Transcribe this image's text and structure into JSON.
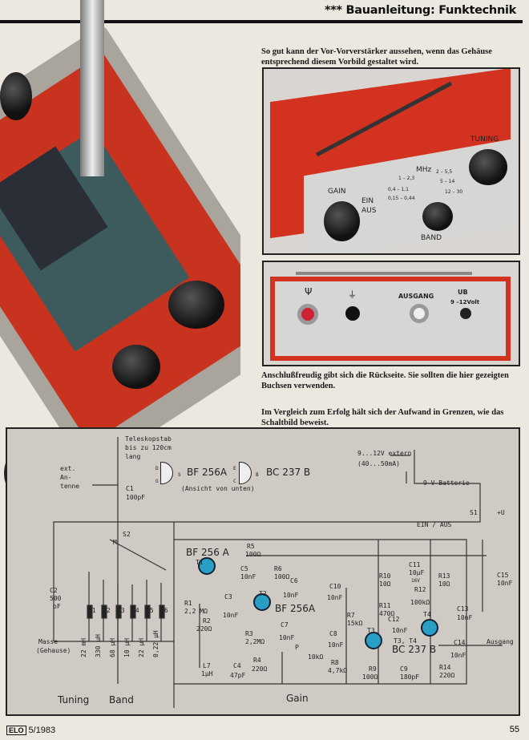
{
  "header": {
    "title": "*** Bauanleitung: Funktechnik"
  },
  "captions": {
    "front": "So gut kann der Vor-Vorverstärker aussehen, wenn das Gehäuse entsprechend diesem Vorbild gestaltet wird.",
    "back": "Anschlußfreudig gibt sich die Rückseite. Sie sollten die hier gezeigten Buchsen verwenden.",
    "schematic": "Im Vergleich zum Erfolg hält sich der Aufwand in Grenzen, wie das Schaltbild beweist."
  },
  "front_panel": {
    "gain": "GAIN",
    "ein": "EIN",
    "aus": "AUS",
    "mhz": "MHz",
    "tuning": "TUNING",
    "band": "BAND",
    "ranges": [
      "0,15 – 0,44",
      "0,4 – 1,1",
      "1 – 2,3",
      "2 – 5,5",
      "5 – 14",
      "12 – 30"
    ]
  },
  "back_panel": {
    "antenna_symbol": "Ψ",
    "ground_symbol": "⏚",
    "ausgang": "AUSGANG",
    "ub": "UB",
    "voltage": "9 –12Volt"
  },
  "schematic": {
    "antenna": [
      "Teleskopstab",
      "bis zu 120cm",
      "lang"
    ],
    "ext_antenna": [
      "ext.",
      "An-",
      "tenne"
    ],
    "bf_pinout": {
      "name": "BF 256A",
      "pins": [
        "D",
        "G",
        "S"
      ]
    },
    "bc_pinout": {
      "name": "BC 237 B",
      "pins": [
        "E",
        "C",
        "B"
      ]
    },
    "view_note": "(Ansicht von unten)",
    "c1": [
      "C1",
      "100pF"
    ],
    "supply": [
      "9...12V extern",
      "(40...50mA)"
    ],
    "battery": "9-V-Batterie",
    "s1": "S1",
    "plus_u": "+U",
    "ein_aus": "EIN / AUS",
    "s2": "S2",
    "m": "M",
    "c2": [
      "C2",
      "500",
      "pF"
    ],
    "coils": [
      "L1",
      "L2",
      "L3",
      "L4",
      "L5",
      "L6"
    ],
    "coil_values": [
      "22 mH",
      "330 µH",
      "68 µH",
      "10 µH",
      "22 µH",
      "0,22 µH"
    ],
    "masse": [
      "Masse",
      "(Gehause)"
    ],
    "t1": [
      "BF 256 A",
      "T1"
    ],
    "r1": [
      "R1",
      "2,2 MΩ"
    ],
    "r2": [
      "R2",
      "220Ω"
    ],
    "l7": [
      "L7",
      "1µH"
    ],
    "c3": [
      "C3",
      "10nF"
    ],
    "c4": [
      "C4",
      "47pF"
    ],
    "r3": [
      "R3",
      "2,2MΩ"
    ],
    "r4": [
      "R4",
      "220Ω"
    ],
    "r5": [
      "R5",
      "100Ω"
    ],
    "c5": [
      "C5",
      "10nF"
    ],
    "r6": [
      "R6",
      "100Ω"
    ],
    "c6": [
      "C6",
      "10nF"
    ],
    "t2": [
      "T2",
      "BF 256A"
    ],
    "c7": [
      "C7",
      "10nF"
    ],
    "p": [
      "P",
      "10kΩ"
    ],
    "c10": [
      "C10",
      "10nF"
    ],
    "r7": [
      "R7",
      "15kΩ"
    ],
    "c8": [
      "C8",
      "10nF"
    ],
    "r8": [
      "R8",
      "4,7kΩ"
    ],
    "c11": [
      "C11",
      "10µF",
      "16V"
    ],
    "r10": [
      "R10",
      "10Ω"
    ],
    "r13": [
      "R13",
      "10Ω"
    ],
    "r12": [
      "R12",
      "100kΩ"
    ],
    "r11": [
      "R11",
      "470Ω"
    ],
    "c12": [
      "C12",
      "10nF"
    ],
    "t3": "T3",
    "t4": "T4",
    "t34": [
      "T3, T4",
      "BC 237 B"
    ],
    "c13": [
      "C13",
      "10nF"
    ],
    "c14": [
      "C14",
      "10nF"
    ],
    "ausgang": "Ausgang",
    "r9": [
      "R9",
      "100Ω"
    ],
    "c9": [
      "C9",
      "180pF"
    ],
    "r14": [
      "R14",
      "220Ω"
    ],
    "c15": [
      "C15",
      "10nF"
    ],
    "tuning": "Tuning",
    "band": "Band",
    "gain": "Gain"
  },
  "footer": {
    "logo": "ELO",
    "issue": "5/1983",
    "page": "55"
  }
}
